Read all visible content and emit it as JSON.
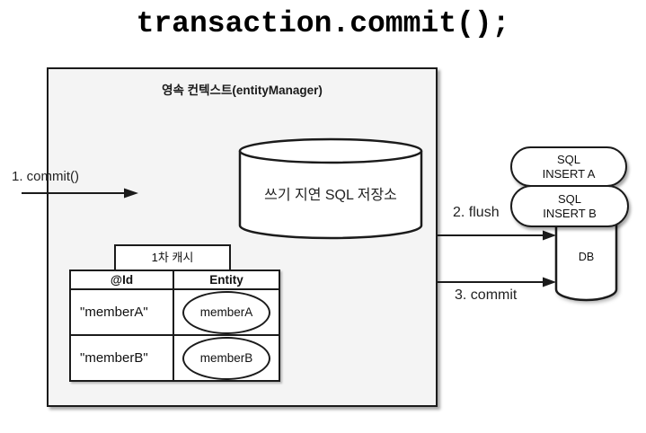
{
  "title": "transaction.commit();",
  "context_box": {
    "label": "영속 컨텍스트(entityManager)"
  },
  "sql_store": {
    "label": "쓰기 지연 SQL 저장소"
  },
  "first_level_cache": {
    "label": "1차 캐시",
    "columns": [
      "@Id",
      "Entity"
    ],
    "rows": [
      {
        "id": "\"memberA\"",
        "entity": "memberA"
      },
      {
        "id": "\"memberB\"",
        "entity": "memberB"
      }
    ]
  },
  "arrows": {
    "commit_in": "1. commit()",
    "flush": "2. flush",
    "commit_out": "3. commit"
  },
  "sql_queue": [
    {
      "line1": "SQL",
      "line2": "INSERT A"
    },
    {
      "line1": "SQL",
      "line2": "INSERT B"
    }
  ],
  "db": {
    "label": "DB"
  },
  "colors": {
    "stroke": "#1b1b1b",
    "context_fill": "#f4f4f4",
    "shape_fill": "#ffffff"
  }
}
